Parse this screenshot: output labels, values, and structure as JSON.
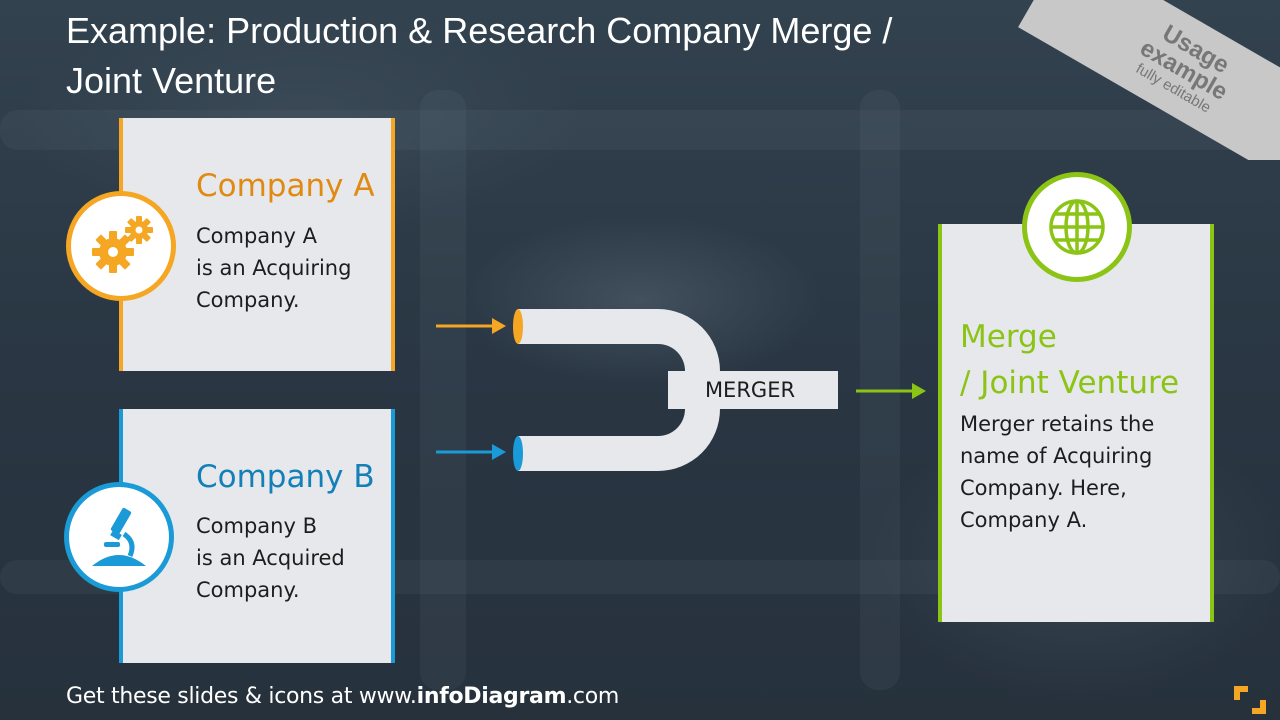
{
  "slide": {
    "title": "Example: Production & Research Company Merge / Joint Venture",
    "ribbon": {
      "line1": "Usage",
      "line2": "example",
      "line3": "fully editable"
    }
  },
  "company_a": {
    "heading": "Company A",
    "body": "Company A\nis an Acquiring\nCompany.",
    "icon": "gears-icon",
    "color": "#f5a623"
  },
  "company_b": {
    "heading": "Company B",
    "body": "Company B\nis an Acquired\nCompany.",
    "icon": "microscope-icon",
    "color": "#1a9ad6"
  },
  "merger": {
    "label": "MERGER"
  },
  "result": {
    "heading_line1": "Merge",
    "heading_line2": "/ Joint Venture",
    "body": "Merger retains the\nname of Acquiring\nCompany. Here,\nCompany A.",
    "icon": "globe-icon",
    "color": "#8bc414"
  },
  "footer": {
    "prefix": "Get these slides & icons at www.",
    "brand": "infoDiagram",
    "suffix": ".com"
  }
}
